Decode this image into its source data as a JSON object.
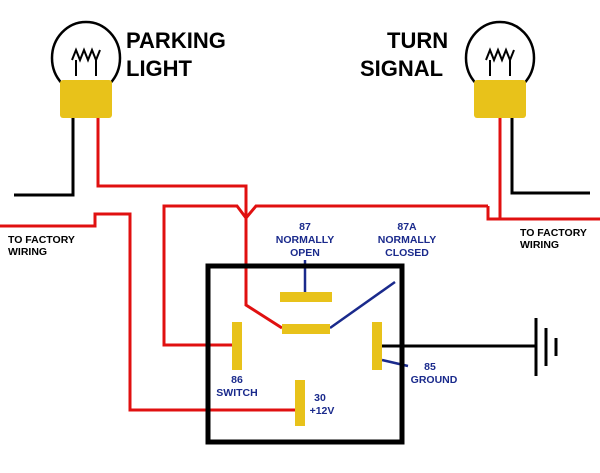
{
  "labels": {
    "parking_line1": "PARKING",
    "parking_line2": "LIGHT",
    "turn_line1": "TURN",
    "turn_line2": "SIGNAL",
    "factory_left_line1": "TO FACTORY",
    "factory_left_line2": "WIRING",
    "factory_right_line1": "TO FACTORY",
    "factory_right_line2": "WIRING",
    "pin87_line1": "87",
    "pin87_line2": "NORMALLY",
    "pin87_line3": "OPEN",
    "pin87a_line1": "87A",
    "pin87a_line2": "NORMALLY",
    "pin87a_line3": "CLOSED",
    "pin86_line1": "86",
    "pin86_line2": "SWITCH",
    "pin30_line1": "30",
    "pin30_line2": "+12V",
    "pin85_line1": "85",
    "pin85_line2": "GROUND"
  },
  "colors": {
    "wire_red": "#e01010",
    "wire_black": "#000000",
    "wire_blue": "#1a2a8c",
    "socket_yellow": "#e8c21a",
    "pin_yellow": "#e8c21a",
    "relay_border": "#000000"
  },
  "icons": {
    "bulb_left": "light-bulb-icon",
    "bulb_right": "light-bulb-icon",
    "ground": "ground-symbol-icon"
  }
}
